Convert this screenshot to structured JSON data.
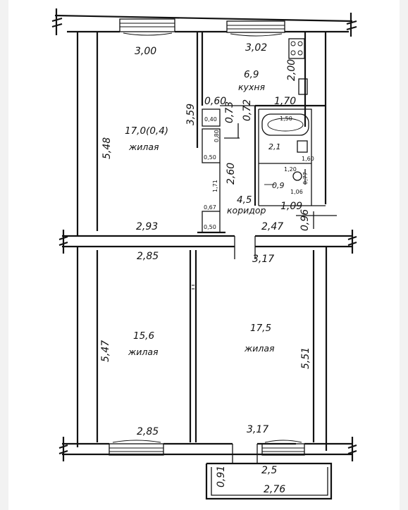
{
  "rooms": {
    "living1": {
      "area": "17,0(0,4)",
      "label": "жилая"
    },
    "kitchen": {
      "area": "6,9",
      "label": "кухня"
    },
    "corridor": {
      "area": "4,5",
      "label": "коридор"
    },
    "living2": {
      "area": "15,6",
      "label": "жилая"
    },
    "living3": {
      "area": "17,5",
      "label": "жилая"
    },
    "bath_area": "2,1",
    "wc_area": "0,9"
  },
  "dims": {
    "d300": "3,00",
    "d302": "3,02",
    "d200": "2,00",
    "d548": "5,48",
    "d359": "3,59",
    "d060": "0,60",
    "d073": "0,73",
    "d072": "0,72",
    "d170": "1,70",
    "d260": "2,60",
    "d109": "1,09",
    "d096": "0,96",
    "d293": "2,93",
    "d247": "2,47",
    "d285a": "2,85",
    "d317a": "3,17",
    "d547": "5,47",
    "d551": "5,51",
    "d285b": "2,85",
    "d317b": "3,17",
    "d091": "0,91",
    "d25": "2,5",
    "d276": "2,76",
    "d150": "1,50",
    "d160": "1,60",
    "d120": "1,20",
    "d106": "1,06",
    "d077": "0,77",
    "d071": "1,71",
    "d040": "0,40",
    "d080": "0,80",
    "d050a": "0,50",
    "d067": "0,67",
    "d050b": "0,50"
  }
}
